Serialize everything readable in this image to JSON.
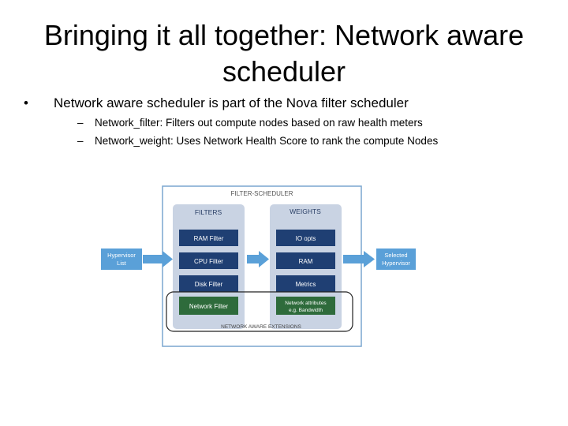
{
  "title": "Bringing it all together: Network aware scheduler",
  "bullet_main": {
    "marker": "•",
    "text": "Network aware scheduler is part of the Nova filter scheduler"
  },
  "sub_bullets": [
    {
      "marker": "–",
      "label": "Network_filter:",
      "text": " Filters out compute nodes based on raw health meters"
    },
    {
      "marker": "–",
      "label": "Network_weight:",
      "text": " Uses Network Health Score to rank the compute Nodes"
    }
  ],
  "diagram": {
    "frame_title": "FILTER-SCHEDULER",
    "input_label": [
      "Hypervisor",
      "List"
    ],
    "output_label": [
      "Selected",
      "Hypervisor"
    ],
    "filters_header": "FILTERS",
    "weights_header": "WEIGHTS",
    "filters": [
      "RAM Filter",
      "CPU Filter",
      "Disk Filter",
      "Network Filter"
    ],
    "weights": [
      "IO opts",
      "RAM",
      "Metrics",
      "Network attributes e.g. Bandwidth"
    ],
    "weight_last_lines": [
      "Network attributes",
      "e.g. Bandwidth"
    ],
    "extensions_label": "NETWORK AWARE EXTENSIONS",
    "colors": {
      "frame_border": "#7aa6cf",
      "column_bg": "#c9d3e3",
      "box_dark": "#1f3f73",
      "box_green": "#2e6b3b",
      "arrow_blue": "#5aa0d8",
      "box_text": "#ffffff"
    }
  }
}
